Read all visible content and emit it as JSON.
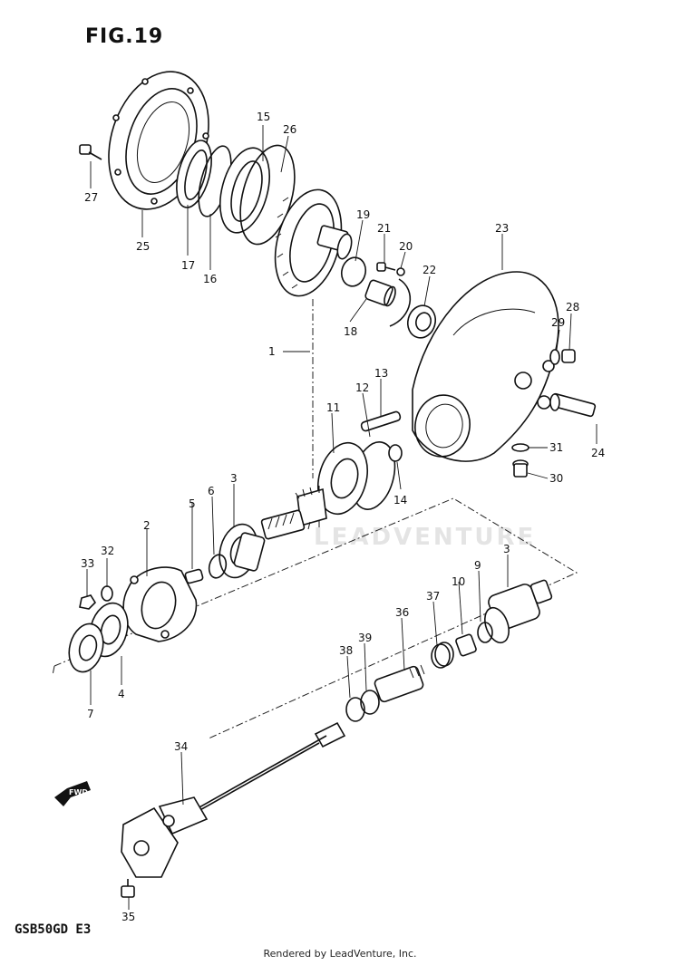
{
  "figure": {
    "title": "FIG.19",
    "model_code": "GSB50GD E3",
    "footer": "Rendered by LeadVenture, Inc.",
    "watermark": "LEADVENTURE"
  },
  "fwd_label": "FWD",
  "callouts": [
    {
      "id": "c1",
      "text": "1"
    },
    {
      "id": "c2",
      "text": "2"
    },
    {
      "id": "c3a",
      "text": "3"
    },
    {
      "id": "c3b",
      "text": "3"
    },
    {
      "id": "c4",
      "text": "4"
    },
    {
      "id": "c5",
      "text": "5"
    },
    {
      "id": "c6",
      "text": "6"
    },
    {
      "id": "c7",
      "text": "7"
    },
    {
      "id": "c9",
      "text": "9"
    },
    {
      "id": "c10",
      "text": "10"
    },
    {
      "id": "c11",
      "text": "11"
    },
    {
      "id": "c12",
      "text": "12"
    },
    {
      "id": "c13",
      "text": "13"
    },
    {
      "id": "c14",
      "text": "14"
    },
    {
      "id": "c15",
      "text": "15"
    },
    {
      "id": "c16",
      "text": "16"
    },
    {
      "id": "c17",
      "text": "17"
    },
    {
      "id": "c18",
      "text": "18"
    },
    {
      "id": "c19",
      "text": "19"
    },
    {
      "id": "c20",
      "text": "20"
    },
    {
      "id": "c21",
      "text": "21"
    },
    {
      "id": "c22",
      "text": "22"
    },
    {
      "id": "c23",
      "text": "23"
    },
    {
      "id": "c24",
      "text": "24"
    },
    {
      "id": "c25",
      "text": "25"
    },
    {
      "id": "c26",
      "text": "26"
    },
    {
      "id": "c27",
      "text": "27"
    },
    {
      "id": "c28",
      "text": "28"
    },
    {
      "id": "c29",
      "text": "29"
    },
    {
      "id": "c30",
      "text": "30"
    },
    {
      "id": "c31",
      "text": "31"
    },
    {
      "id": "c32",
      "text": "32"
    },
    {
      "id": "c33",
      "text": "33"
    },
    {
      "id": "c34",
      "text": "34"
    },
    {
      "id": "c35",
      "text": "35"
    },
    {
      "id": "c36",
      "text": "36"
    },
    {
      "id": "c37",
      "text": "37"
    },
    {
      "id": "c38",
      "text": "38"
    },
    {
      "id": "c39",
      "text": "39"
    }
  ]
}
